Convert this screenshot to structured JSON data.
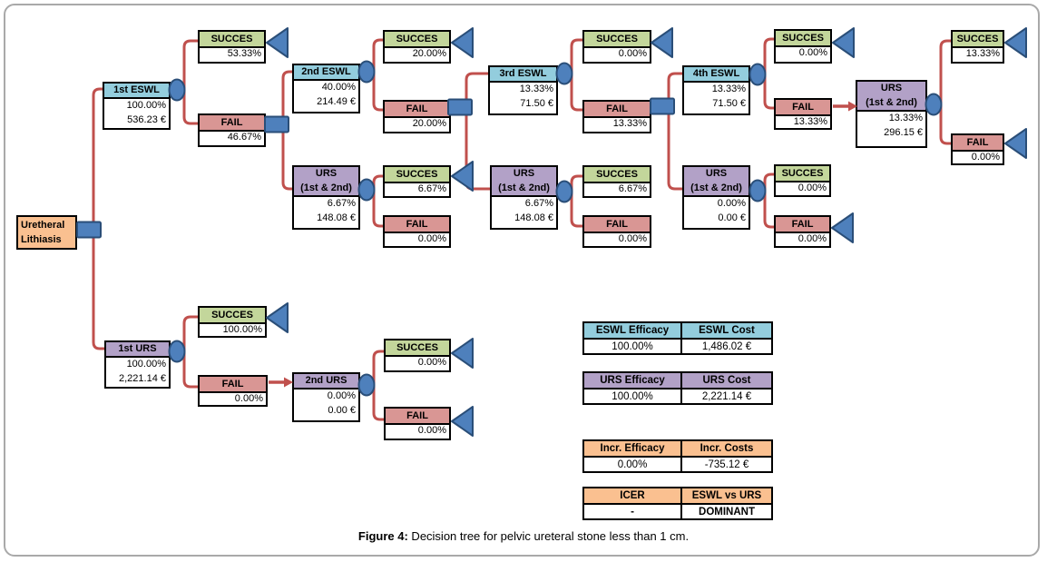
{
  "caption": {
    "label": "Figure 4:",
    "text": " Decision tree for pelvic ureteral stone less than 1 cm."
  },
  "colors": {
    "eswl_header": "#93CDDD",
    "urs_header": "#B2A1C7",
    "succes_header": "#C3D69B",
    "fail_header": "#D99694",
    "root_fill": "#FAC090",
    "table_orange_header": "#FAC090",
    "connector_fill": "#4E80BC",
    "connector_border": "#2A4E78",
    "branch_line": "#C0504D"
  },
  "icons": {
    "chance_node": "blue ellipse",
    "decision_node": "blue square",
    "terminal_node": "blue left-pointing triangle",
    "arrowhead": "red right arrow"
  },
  "tree": {
    "nodes": [
      {
        "id": "root",
        "kind": "root",
        "label_lines": [
          "Uretheral",
          "Lithiasis"
        ],
        "values": []
      },
      {
        "id": "eswl1",
        "kind": "eswl",
        "label": "1st ESWL",
        "values": [
          "100.00%",
          "536.23 €"
        ]
      },
      {
        "id": "eswl1-succes",
        "kind": "succes",
        "label": "SUCCES",
        "values": [
          "53.33%"
        ]
      },
      {
        "id": "eswl1-fail",
        "kind": "fail",
        "label": "FAIL",
        "values": [
          "46.67%"
        ]
      },
      {
        "id": "eswl2",
        "kind": "eswl",
        "label": "2nd ESWL",
        "values": [
          "40.00%",
          "214.49 €"
        ]
      },
      {
        "id": "urs-a",
        "kind": "urs",
        "label_lines": [
          "URS",
          "(1st & 2nd)"
        ],
        "values": [
          "6.67%",
          "148.08 €"
        ]
      },
      {
        "id": "eswl2-succes",
        "kind": "succes",
        "label": "SUCCES",
        "values": [
          "20.00%"
        ]
      },
      {
        "id": "eswl2-fail",
        "kind": "fail",
        "label": "FAIL",
        "values": [
          "20.00%"
        ]
      },
      {
        "id": "ursa-succes",
        "kind": "succes",
        "label": "SUCCES",
        "values": [
          "6.67%"
        ]
      },
      {
        "id": "ursa-fail",
        "kind": "fail",
        "label": "FAIL",
        "values": [
          "0.00%"
        ]
      },
      {
        "id": "eswl3",
        "kind": "eswl",
        "label": "3rd ESWL",
        "values": [
          "13.33%",
          "71.50 €"
        ]
      },
      {
        "id": "urs-b",
        "kind": "urs",
        "label_lines": [
          "URS",
          "(1st & 2nd)"
        ],
        "values": [
          "6.67%",
          "148.08 €"
        ]
      },
      {
        "id": "eswl3-succes",
        "kind": "succes",
        "label": "SUCCES",
        "values": [
          "0.00%"
        ]
      },
      {
        "id": "eswl3-fail",
        "kind": "fail",
        "label": "FAIL",
        "values": [
          "13.33%"
        ]
      },
      {
        "id": "ursb-succes",
        "kind": "succes",
        "label": "SUCCES",
        "values": [
          "6.67%"
        ]
      },
      {
        "id": "ursb-fail",
        "kind": "fail",
        "label": "FAIL",
        "values": [
          "0.00%"
        ]
      },
      {
        "id": "eswl4",
        "kind": "eswl",
        "label": "4th ESWL",
        "values": [
          "13.33%",
          "71.50 €"
        ]
      },
      {
        "id": "urs-c",
        "kind": "urs",
        "label_lines": [
          "URS",
          "(1st & 2nd)"
        ],
        "values": [
          "0.00%",
          "0.00 €"
        ]
      },
      {
        "id": "eswl4-succes",
        "kind": "succes",
        "label": "SUCCES",
        "values": [
          "0.00%"
        ]
      },
      {
        "id": "eswl4-fail",
        "kind": "fail",
        "label": "FAIL",
        "values": [
          "13.33%"
        ]
      },
      {
        "id": "ursc-succes",
        "kind": "succes",
        "label": "SUCCES",
        "values": [
          "0.00%"
        ]
      },
      {
        "id": "ursc-fail",
        "kind": "fail",
        "label": "FAIL",
        "values": [
          "0.00%"
        ]
      },
      {
        "id": "urs-d",
        "kind": "urs",
        "label_lines": [
          "URS",
          "(1st & 2nd)"
        ],
        "values": [
          "13.33%",
          "296.15 €"
        ]
      },
      {
        "id": "ursd-succes",
        "kind": "succes",
        "label": "SUCCES",
        "values": [
          "13.33%"
        ]
      },
      {
        "id": "ursd-fail",
        "kind": "fail",
        "label": "FAIL",
        "values": [
          "0.00%"
        ]
      },
      {
        "id": "urs1",
        "kind": "urs",
        "label": "1st URS",
        "values": [
          "100.00%",
          "2,221.14 €"
        ]
      },
      {
        "id": "urs1-succes",
        "kind": "succes",
        "label": "SUCCES",
        "values": [
          "100.00%"
        ]
      },
      {
        "id": "urs1-fail",
        "kind": "fail",
        "label": "FAIL",
        "values": [
          "0.00%"
        ]
      },
      {
        "id": "urs2",
        "kind": "urs",
        "label": "2nd URS",
        "values": [
          "0.00%",
          "0.00 €"
        ]
      },
      {
        "id": "urs2-succes",
        "kind": "succes",
        "label": "SUCCES",
        "values": [
          "0.00%"
        ]
      },
      {
        "id": "urs2-fail",
        "kind": "fail",
        "label": "FAIL",
        "values": [
          "0.00%"
        ]
      }
    ]
  },
  "tables": [
    {
      "headers": [
        "ESWL Efficacy",
        "ESWL Cost"
      ],
      "values": [
        "100.00%",
        "1,486.02 €"
      ],
      "theme": "eswl"
    },
    {
      "headers": [
        "URS Efficacy",
        "URS Cost"
      ],
      "values": [
        "100.00%",
        "2,221.14 €"
      ],
      "theme": "urs"
    },
    {
      "headers": [
        "Incr. Efficacy",
        "Incr. Costs"
      ],
      "values": [
        "0.00%",
        "-735.12 €"
      ],
      "theme": "orange"
    },
    {
      "headers": [
        "ICER",
        "ESWL vs URS"
      ],
      "values": [
        "-",
        "DOMINANT"
      ],
      "theme": "orange"
    }
  ]
}
